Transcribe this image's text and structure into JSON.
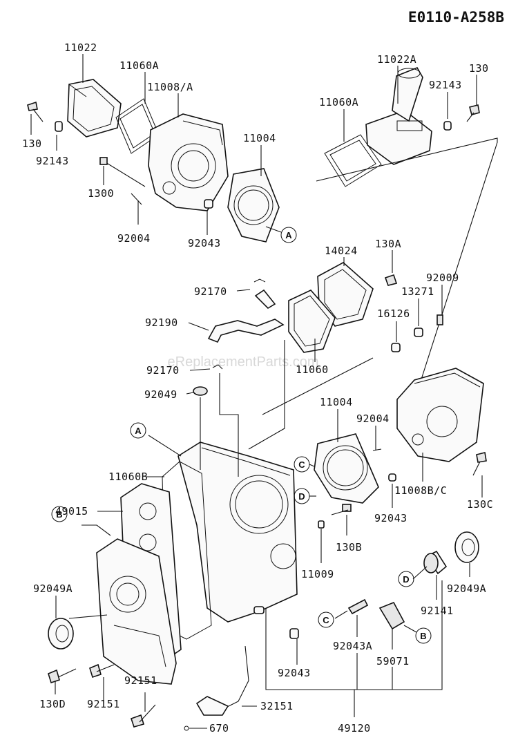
{
  "diagram_code": "E0110-A258B",
  "watermark": "eReplacementParts.com",
  "labels": {
    "p11022": "11022",
    "p11060A_l": "11060A",
    "p11008A": "11008/A",
    "p130_l": "130",
    "p92143_l": "92143",
    "p1300": "1300",
    "p92004_t": "92004",
    "p92043_t": "92043",
    "p11004_t": "11004",
    "p11022A": "11022A",
    "p130_r": "130",
    "p11060A_r": "11060A",
    "p92143_r": "92143",
    "p14024": "14024",
    "p130A": "130A",
    "p92009": "92009",
    "p13271": "13271",
    "p16126": "16126",
    "p92170_a": "92170",
    "p92190": "92190",
    "p92170_b": "92170",
    "p11060": "11060",
    "p92049": "92049",
    "p11004_m": "11004",
    "p92004_m": "92004",
    "p11060B": "11060B",
    "p49015": "49015",
    "p11008BC": "11008B/C",
    "p130C": "130C",
    "p92043_m": "92043",
    "p130B": "130B",
    "p11009": "11009",
    "p92049A_l": "92049A",
    "p92049A_r": "92049A",
    "p92141": "92141",
    "p92043A": "92043A",
    "p59071": "59071",
    "p92043_b": "92043",
    "p92151_a": "92151",
    "p130D": "130D",
    "p92151_b": "92151",
    "p32151": "32151",
    "p670": "670",
    "p49120": "49120"
  },
  "refs": {
    "A": "A",
    "B": "B",
    "C": "C",
    "D": "D"
  }
}
